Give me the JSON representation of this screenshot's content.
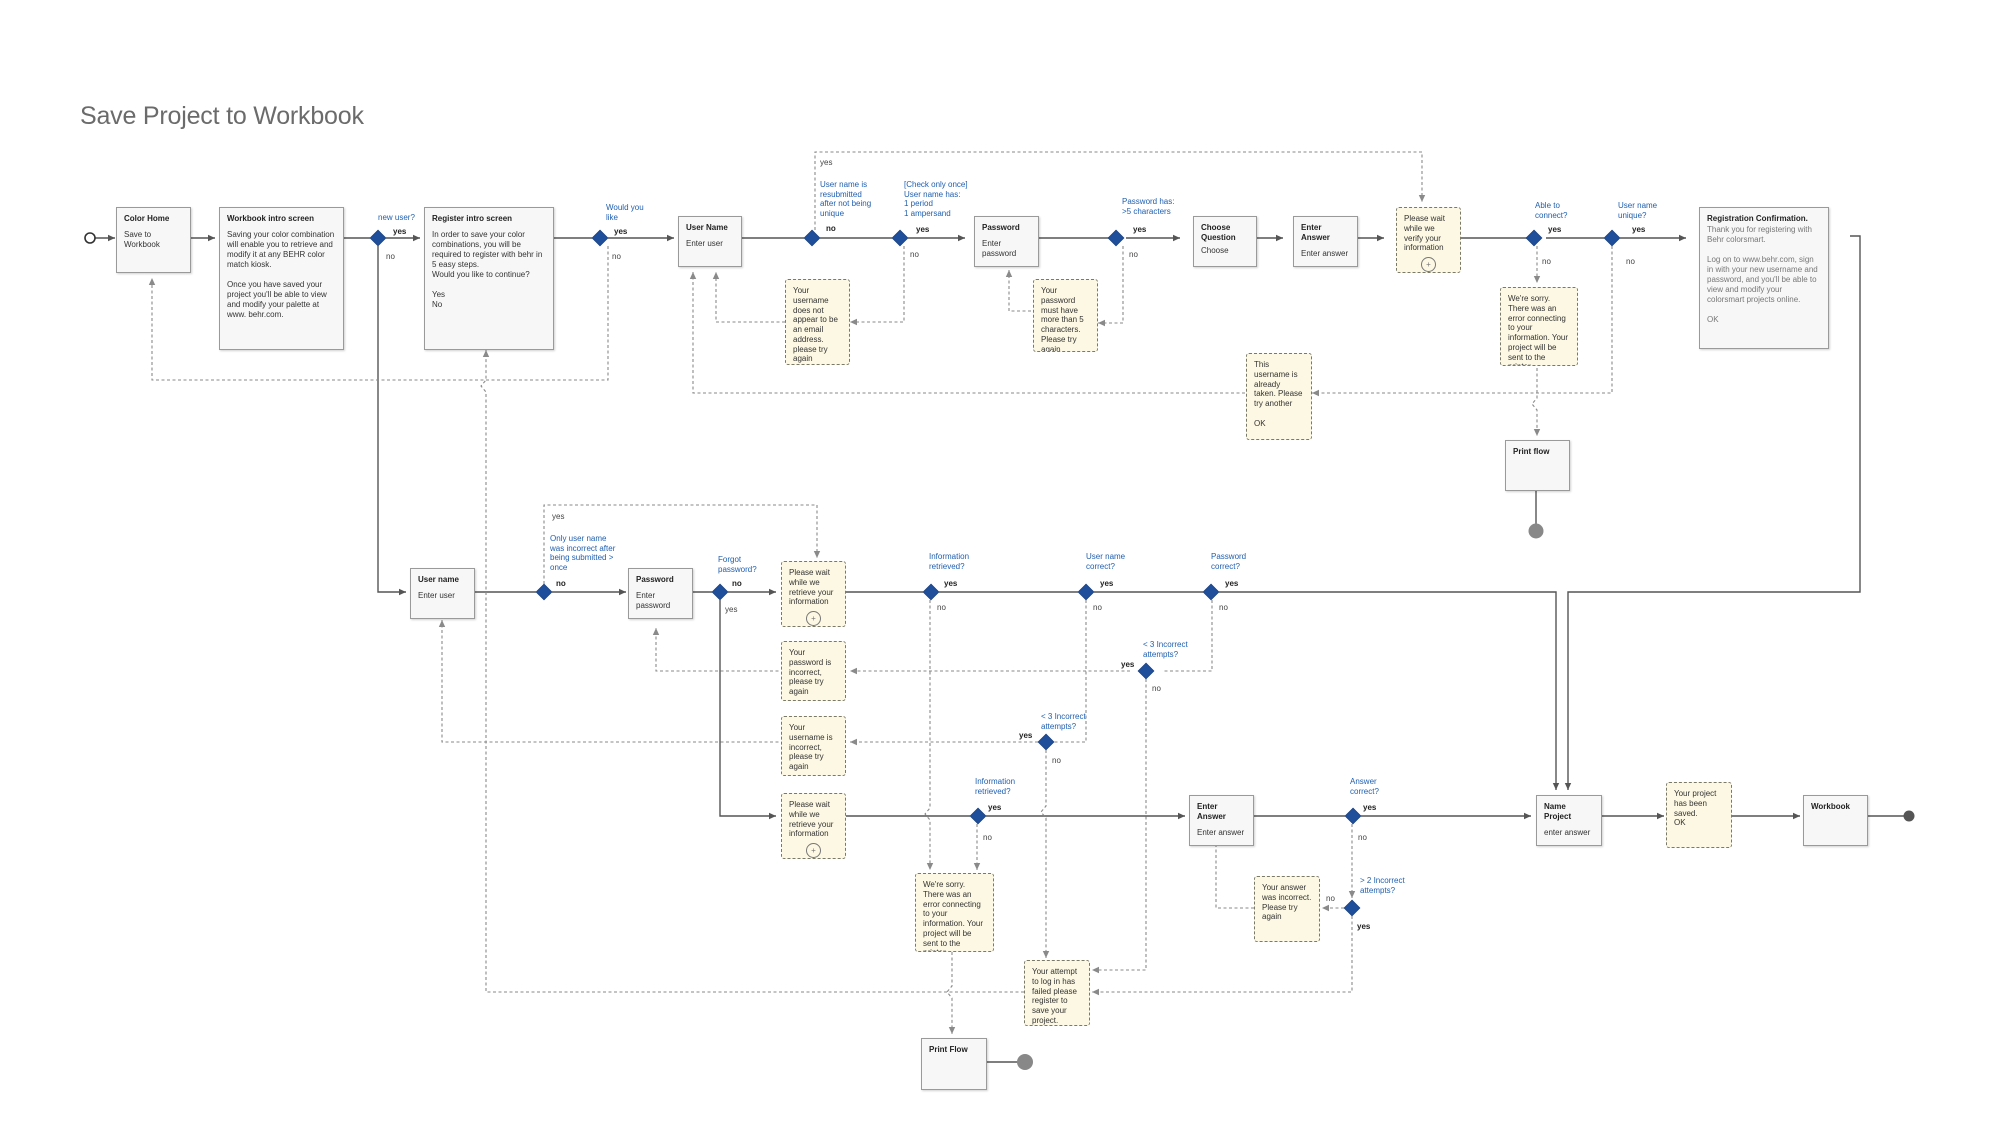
{
  "title": "Save Project to Workbook",
  "screens": {
    "color_home": {
      "title": "Color Home",
      "body": "Save to Workbook"
    },
    "workbook_intro": {
      "title": "Workbook intro screen",
      "body": "Saving your color combination will enable you to retrieve and modify it at any BEHR color match kiosk.\n\nOnce you have saved your project you'll be able to view and modify your palette at www. behr.com."
    },
    "register_intro": {
      "title": "Register intro screen",
      "body": "In order to save your color combinations, you will be required to register with behr in 5 easy steps.\nWould you like to continue?\n\nYes\nNo"
    },
    "user_name_reg": {
      "title": "User Name",
      "body": "Enter user"
    },
    "password_reg": {
      "title": "Password",
      "body": "Enter password"
    },
    "choose_question": {
      "title": "Choose Question",
      "body": "Choose"
    },
    "enter_answer_reg": {
      "title": "Enter Answer",
      "body": "Enter answer"
    },
    "registration_confirmation": {
      "title": "Registration Confirmation.",
      "body": "Thank you for registering with Behr colorsmart.\n\nLog on to www.behr.com, sign in with your new username and password, and you'll be able to view and modify your colorsmart projects online.\n\nOK"
    },
    "print_flow_top": {
      "title": "Print flow",
      "body": ""
    },
    "user_name_login": {
      "title": "User name",
      "body": "Enter user"
    },
    "password_login": {
      "title": "Password",
      "body": "Enter password"
    },
    "enter_answer_login": {
      "title": "Enter Answer",
      "body": "Enter answer"
    },
    "name_project": {
      "title": "Name Project",
      "body": "enter answer"
    },
    "workbook": {
      "title": "Workbook",
      "body": ""
    },
    "print_flow_bottom": {
      "title": "Print Flow",
      "body": ""
    }
  },
  "messages": {
    "username_not_email": "Your username does not appear to be an email address. please try again",
    "password_short": "Your password must have more than 5 characters. Please try again.",
    "verify_wait": "Please wait while we verify your information",
    "connect_error_top": "We're sorry. There was an error connecting to your information. Your project will be sent to the printer.",
    "username_taken": "This username is already taken. Please try another\n\nOK",
    "retrieve_wait_1": "Please wait while we retrieve your information",
    "password_incorrect": "Your password is incorrect, please try again",
    "username_incorrect": "Your username is incorrect, please try again",
    "retrieve_wait_2": "Please wait while we retrieve your information",
    "connect_error_bottom": "We're sorry. There was an error connecting to your information. Your project will be sent to the printer.",
    "login_failed": "Your attempt to log in has failed please register to save your project.",
    "answer_incorrect": "Your answer was incorrect. Please try again",
    "project_saved": "Your project has been saved.\nOK",
    "spinner_glyph": "+"
  },
  "questions": {
    "new_user": "new user?",
    "would_you_like": "Would you like",
    "name_resubmitted": "User name is resubmitted after not being unique",
    "check_once": "[Check only once]\nUser name has:\n1 period\n1 ampersand",
    "password_has": "Password has:\n>5 characters",
    "able_to_connect": "Able to connect?",
    "name_unique": "User name unique?",
    "only_user_incorrect": "Only user name was incorrect after being submitted > once",
    "forgot_password": "Forgot password?",
    "info_retrieved_1": "Information retrieved?",
    "user_name_correct": "User name correct?",
    "password_correct": "Password correct?",
    "lt3_attempts_a": "< 3 Incorrect attempts?",
    "lt3_attempts_b": "< 3 Incorrect attempts?",
    "info_retrieved_2": "Information retrieved?",
    "answer_correct": "Answer correct?",
    "gt2_attempts": "> 2 Incorrect attempts?"
  },
  "branch_labels": {
    "yes": "yes",
    "no": "no"
  },
  "colors": {
    "decision": "#1f4e9a",
    "question_text": "#1f5fb0",
    "line": "#555555",
    "dashed_line": "#8a8a8a",
    "message_fill": "#fdf8e3",
    "screen_fill": "#f7f7f7",
    "terminal": "#888888"
  }
}
